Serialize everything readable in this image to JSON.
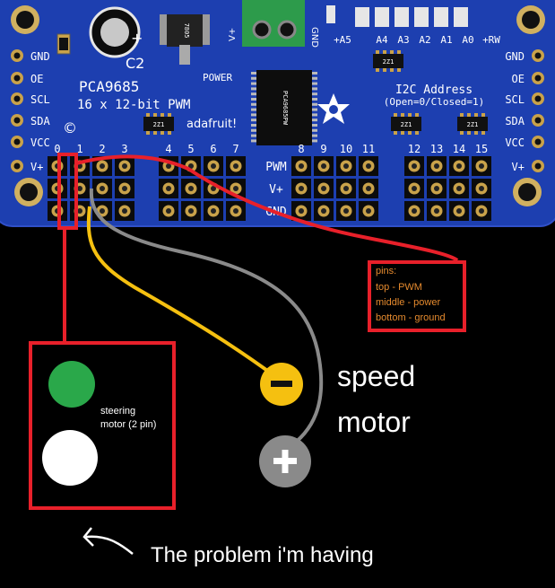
{
  "board": {
    "chip_title": "PCA9685",
    "chip_subtitle": "16 x 12-bit PWM",
    "power_label": "POWER",
    "brand": "adafruit!",
    "copyright": "©",
    "cap_label": "C2",
    "chip_marking": "PCA9685PW",
    "ic_marking": "7805",
    "i2c_title": "I2C Address",
    "i2c_sub": "(Open=0/Closed=1)",
    "address_labels": [
      "+A5",
      "A4",
      "A3",
      "A2",
      "A1",
      "A0",
      "+RW"
    ],
    "left_pins": [
      "GND",
      "OE",
      "SCL",
      "SDA",
      "VCC",
      "V+"
    ],
    "right_pins": [
      "GND",
      "OE",
      "SCL",
      "SDA",
      "VCC",
      "V+"
    ],
    "channel_numbers": [
      "0",
      "1",
      "2",
      "3",
      "4",
      "5",
      "6",
      "7",
      "8",
      "9",
      "10",
      "11",
      "12",
      "13",
      "14",
      "15"
    ],
    "row_labels": [
      "PWM",
      "V+",
      "GND"
    ],
    "terminal_labels": [
      "V+",
      "GND"
    ],
    "resistor_label": "2Z1"
  },
  "annotations": {
    "pins_note": {
      "title": "pins:",
      "lines": [
        "top - PWM",
        "middle - power",
        "bottom - ground"
      ]
    },
    "steering_label": "steering\nmotor (2 pin)",
    "speed_label_line1": "speed",
    "speed_label_line2": "motor",
    "minus_symbol": "−",
    "plus_symbol": "+",
    "problem_text": "The problem i'm having"
  },
  "colors": {
    "board_blue": "#1d3fb0",
    "annotation_red": "#e8202a",
    "wire_yellow": "#f5c010",
    "wire_gray": "#8a8a8a",
    "green_pin": "#2aa84a",
    "white_pin": "#ffffff",
    "note_text": "#e58a2e",
    "header_gold": "#c9a24a"
  }
}
